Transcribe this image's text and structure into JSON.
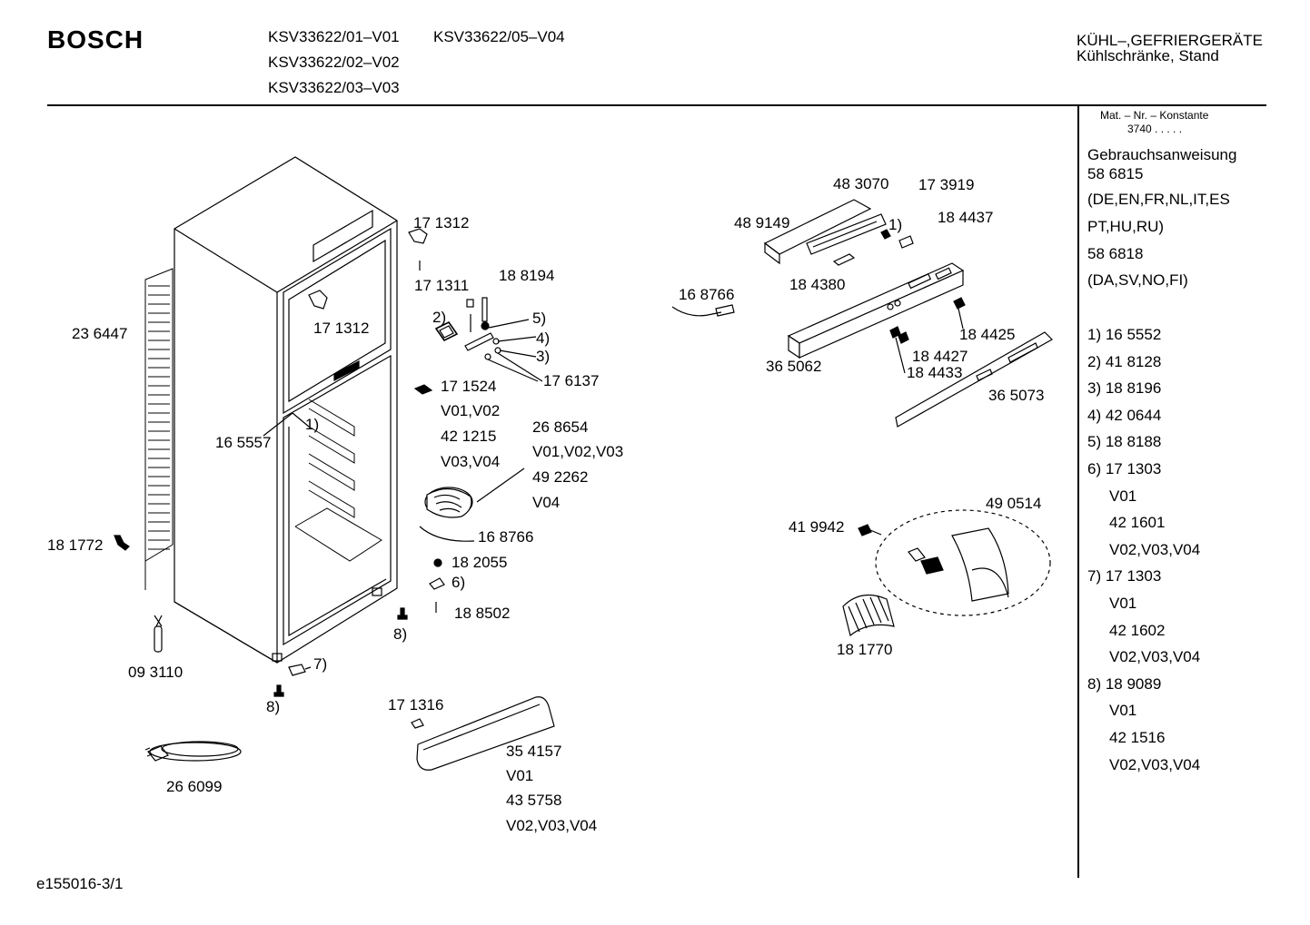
{
  "header": {
    "brand": "BOSCH",
    "models": [
      "KSV33622/01–V01",
      "KSV33622/05–V04",
      "KSV33622/02–V02",
      "KSV33622/03–V03"
    ],
    "category_line1": "KÜHL–,GEFRIERGERÄTE",
    "category_line2": "Kühlschränke, Stand"
  },
  "sidebar": {
    "mat_label": "Mat. – Nr. – Konstante",
    "mat_value": "3740 . . . . .",
    "manual_title": "Gebrauchsanweisung",
    "manual_1": "58 6815",
    "langs_1a": "(DE,EN,FR,NL,IT,ES",
    "langs_1b": "PT,HU,RU)",
    "manual_2": "58 6818",
    "langs_2": "(DA,SV,NO,FI)",
    "notes": [
      {
        "text": "1) 16 5552",
        "indent": false
      },
      {
        "text": "2) 41 8128",
        "indent": false
      },
      {
        "text": "3) 18 8196",
        "indent": false
      },
      {
        "text": "4) 42 0644",
        "indent": false
      },
      {
        "text": "5) 18 8188",
        "indent": false
      },
      {
        "text": "6) 17 1303",
        "indent": false
      },
      {
        "text": "V01",
        "indent": true
      },
      {
        "text": "42 1601",
        "indent": true
      },
      {
        "text": "V02,V03,V04",
        "indent": true
      },
      {
        "text": "7) 17 1303",
        "indent": false
      },
      {
        "text": "V01",
        "indent": true
      },
      {
        "text": "42 1602",
        "indent": true
      },
      {
        "text": "V02,V03,V04",
        "indent": true
      },
      {
        "text": "8) 18 9089",
        "indent": false
      },
      {
        "text": "V01",
        "indent": true
      },
      {
        "text": "42 1516",
        "indent": true
      },
      {
        "text": "V02,V03,V04",
        "indent": true
      }
    ]
  },
  "labels": {
    "p236447": "23 6447",
    "p165557": "16 5557",
    "p1ref_a": "1)",
    "p181772": "18 1772",
    "p093110": "09 3110",
    "p266099": "26 6099",
    "p8ref_a": "8)",
    "p7ref": "7)",
    "p8ref_b": "8)",
    "p171312_a": "17 1312",
    "p171311": "17 1311",
    "p171312_b": "17 1312",
    "p188194": "18 8194",
    "p2ref": "2)",
    "p5ref": "5)",
    "p4ref": "4)",
    "p3ref": "3)",
    "p176137": "17 6137",
    "p171524": "17 1524",
    "v0102": "V01,V02",
    "p421215": "42 1215",
    "v0304": "V03,V04",
    "p268654": "26 8654",
    "v010203": "V01,V02,V03",
    "p492262": "49 2262",
    "v04": "V04",
    "p168766_a": "16 8766",
    "p182055": "18 2055",
    "p6ref": "6)",
    "p188502": "18 8502",
    "p171316": "17 1316",
    "p354157": "35 4157",
    "v01_b": "V01",
    "p435758": "43 5758",
    "v020304": "V02,V03,V04",
    "p168766_b": "16 8766",
    "p483070": "48 3070",
    "p173919": "17 3919",
    "p489149": "48 9149",
    "p1ref_b": "1)",
    "p184437": "18 4437",
    "p184380": "18 4380",
    "p184425": "18 4425",
    "p184427": "18 4427",
    "p184433": "18 4433",
    "p365062": "36 5062",
    "p365073": "36 5073",
    "p490514": "49 0514",
    "p419942": "41 9942",
    "p181770": "18 1770"
  },
  "footer": {
    "code": "e155016-3/1"
  }
}
